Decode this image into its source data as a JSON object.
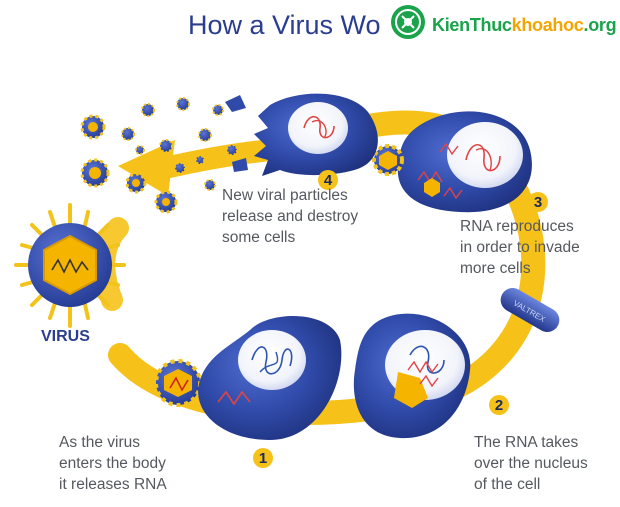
{
  "title": "How a Virus Wo",
  "watermark": {
    "text_main": "KienThuc",
    "text_highlight": "khoahoc",
    "text_suffix": ".org"
  },
  "virus_label": "VIRUS",
  "steps": [
    {
      "number": "1",
      "caption_lines": [
        "As the virus",
        "enters the body",
        "it releases RNA"
      ]
    },
    {
      "number": "2",
      "caption_lines": [
        "The RNA takes",
        "over the nucleus",
        "of the cell"
      ]
    },
    {
      "number": "3",
      "caption_lines": [
        "RNA reproduces",
        "in order to invade",
        "more cells"
      ]
    },
    {
      "number": "4",
      "caption_lines": [
        "New viral particles",
        "release and destroy",
        "some cells"
      ]
    }
  ],
  "pill_label": "VALTREX",
  "colors": {
    "title": "#2a3d8f",
    "cycle_arrow": "#f6c21a",
    "cell": "#2f4aa8",
    "virus_core": "#f4b400",
    "virus_spike": "#f2c31b",
    "rna": "#e04444",
    "dna": "#2c54b0",
    "caption": "#55595f",
    "watermark_green": "#1aa34a",
    "watermark_orange": "#f5a500"
  }
}
